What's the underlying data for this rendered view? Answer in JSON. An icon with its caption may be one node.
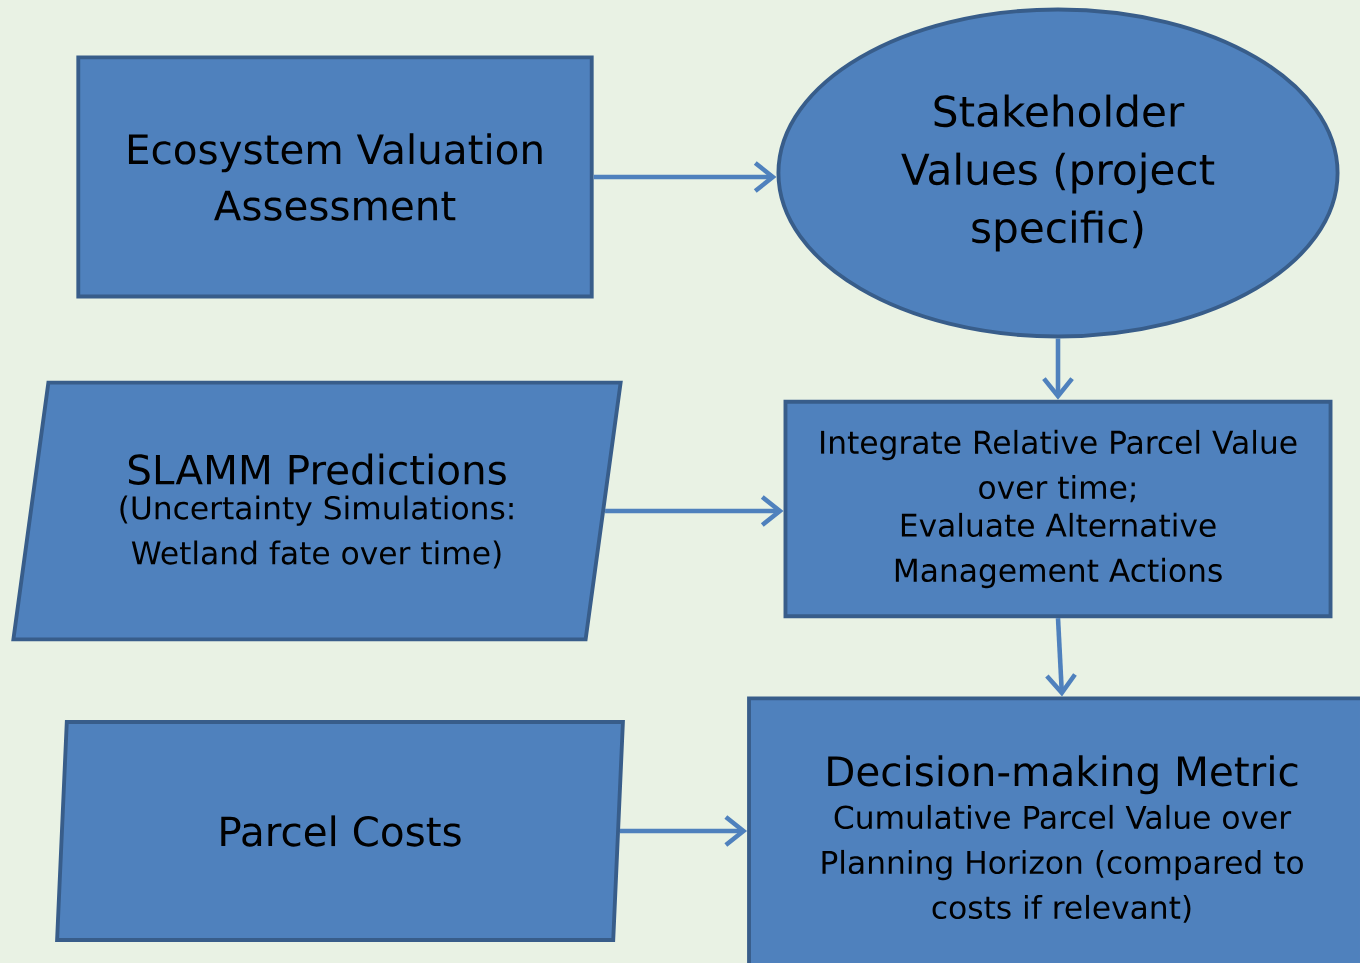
{
  "diagram": {
    "nodes": [
      {
        "text": [
          "Ecosystem Valuation Assessment"
        ]
      },
      {
        "text": [
          "Stakeholder Values (project specific)"
        ]
      },
      {
        "text": [
          "SLAMM Predictions",
          "(Uncertainty Simulations: Wetland fate over time)"
        ]
      },
      {
        "text": [
          "Integrate Relative Parcel Value over time;",
          "Evaluate Alternative Management Actions"
        ]
      },
      {
        "text": [
          "Parcel Costs"
        ]
      },
      {
        "text": [
          "Decision-making Metric",
          "Cumulative Parcel Value over Planning Horizon (compared to costs if relevant)"
        ]
      }
    ],
    "edges": [
      {
        "from": 0,
        "to": 1,
        "arrow": "to"
      },
      {
        "from": 1,
        "to": 3,
        "arrow": "to"
      },
      {
        "from": 2,
        "to": 3,
        "arrow": "to"
      },
      {
        "from": 3,
        "to": 5,
        "arrow": "to"
      },
      {
        "from": 4,
        "to": 5,
        "arrow": "to"
      }
    ]
  }
}
